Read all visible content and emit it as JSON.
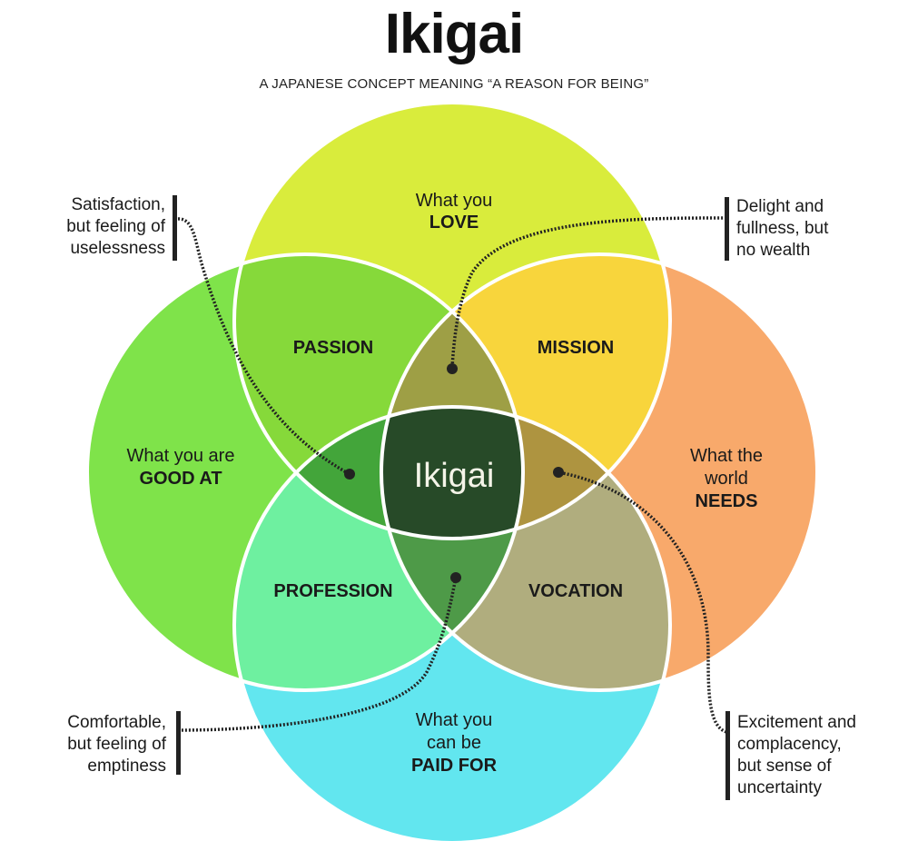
{
  "header": {
    "title": "Ikigai",
    "subtitle": "A JAPANESE CONCEPT MEANING “A REASON FOR BEING”"
  },
  "circles": {
    "love": {
      "line1": "What you",
      "line2": "LOVE",
      "color": "#d9ec3c"
    },
    "good_at": {
      "line1": "What you are",
      "line2": "GOOD AT",
      "color": "#7fe34a"
    },
    "needs": {
      "line1": "What the",
      "line2": "world",
      "line3": "NEEDS",
      "color": "#f8a96b"
    },
    "paid_for": {
      "line1": "What you",
      "line2": "can be",
      "line3": "PAID FOR",
      "color": "#62e6ef"
    }
  },
  "overlaps": {
    "passion": {
      "label": "PASSION",
      "color": "#86d93a"
    },
    "mission": {
      "label": "MISSION",
      "color": "#f8d53c"
    },
    "profession": {
      "label": "PROFESSION",
      "color": "#6ef0a0"
    },
    "vocation": {
      "label": "VOCATION",
      "color": "#b0ad7e"
    },
    "top_lens": {
      "color": "#9e9f45"
    },
    "left_lens": {
      "color": "#43a53a"
    },
    "right_lens": {
      "color": "#ae9440"
    },
    "bottom_lens": {
      "color": "#4e9a48"
    },
    "center": {
      "label": "Ikigai",
      "color": "#274a28"
    }
  },
  "annotations": {
    "top_left": {
      "lines": [
        "Satisfaction,",
        "but feeling of",
        "uselessness"
      ]
    },
    "top_right": {
      "lines": [
        "Delight and",
        "fullness, but",
        "no wealth"
      ]
    },
    "bottom_left": {
      "lines": [
        "Comfortable,",
        "but feeling of",
        "emptiness"
      ]
    },
    "bottom_right": {
      "lines": [
        "Excitement and",
        "complacency,",
        "but sense of",
        "uncertainty"
      ]
    }
  }
}
